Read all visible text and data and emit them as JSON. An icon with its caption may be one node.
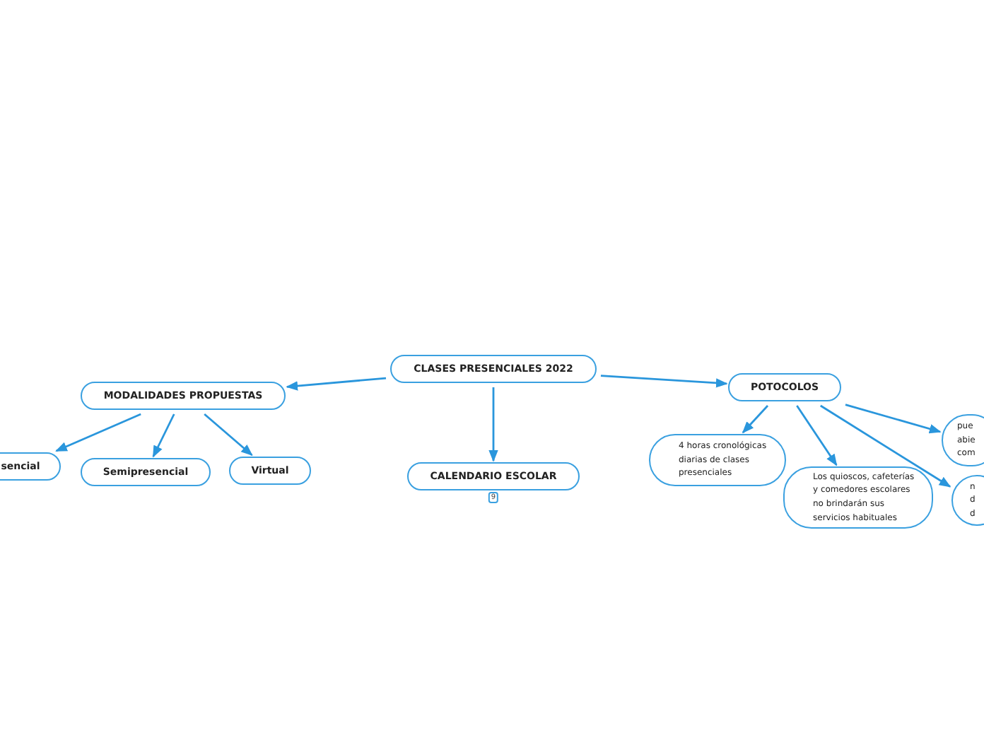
{
  "diagram": {
    "nodes": [
      {
        "text": [
          "CLASES PRESENCIALES 2022"
        ]
      },
      {
        "text": [
          "MODALIDADES PROPUESTAS"
        ]
      },
      {
        "text": [
          "sencial"
        ]
      },
      {
        "text": [
          "Semipresencial"
        ]
      },
      {
        "text": [
          "Virtual"
        ]
      },
      {
        "text": [
          "CALENDARIO ESCOLAR"
        ],
        "beside": [
          "9"
        ]
      },
      {
        "text": [
          "POTOCOLOS"
        ]
      },
      {
        "text": [
          "4 horas cronológicas diarias de clases presenciales"
        ]
      },
      {
        "text": [
          "Los quioscos, cafeterías y comedores escolares no brindarán sus servicios habituales"
        ]
      },
      {
        "text": [
          "pue abie com"
        ]
      },
      {
        "text": [
          "n d d"
        ]
      }
    ],
    "edges": [
      {
        "from": 0,
        "to": 1,
        "arrow": "to"
      },
      {
        "from": 1,
        "to": 2,
        "arrow": "to"
      },
      {
        "from": 1,
        "to": 3,
        "arrow": "to"
      },
      {
        "from": 1,
        "to": 4,
        "arrow": "to"
      },
      {
        "from": 0,
        "to": 5,
        "arrow": "to"
      },
      {
        "from": 0,
        "to": 6,
        "arrow": "to"
      },
      {
        "from": 6,
        "to": 7,
        "arrow": "to"
      },
      {
        "from": 6,
        "to": 8,
        "arrow": "to"
      },
      {
        "from": 6,
        "to": 9,
        "arrow": "to"
      },
      {
        "from": 6,
        "to": 10,
        "arrow": "to"
      }
    ]
  }
}
